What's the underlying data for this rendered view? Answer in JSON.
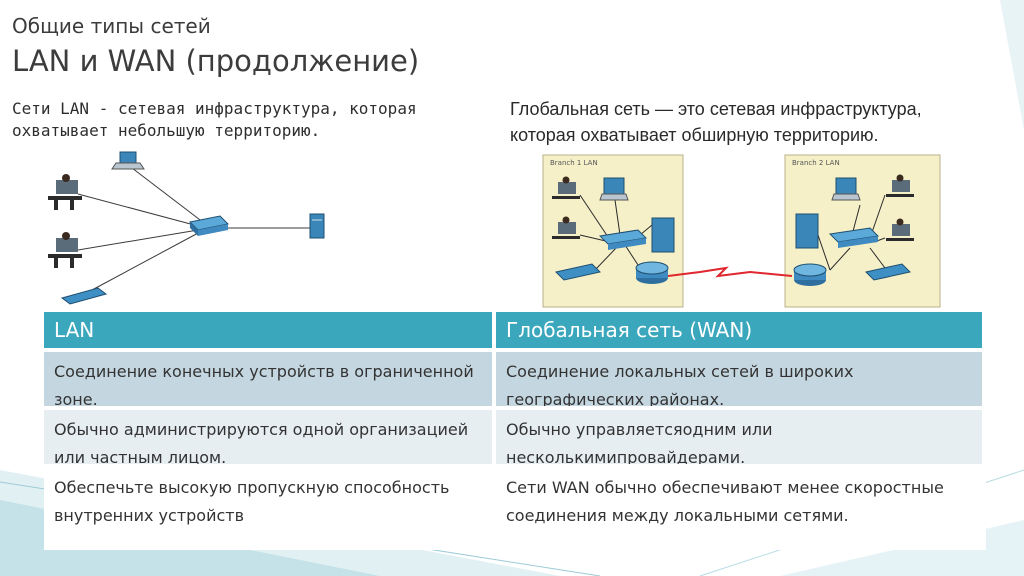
{
  "slide": {
    "subtitle": "Общие типы сетей",
    "title": "LAN и WAN (продолжение)",
    "lan_description": "Сети LAN - сетевая инфраструктура, которая охватывает небольшую территорию.",
    "wan_description_line1": "Глобальная сеть — это сетевая инфраструктура,",
    "wan_description_line2": "которая охватывает обширную территорию."
  },
  "wan_diagram": {
    "branch1_label": "Branch 1 LAN",
    "branch2_label": "Branch 2 LAN",
    "panel_color": "#f5f0c8",
    "device_color": "#2f7fb0",
    "link_color": "#e0262e"
  },
  "table": {
    "headers": [
      "LAN",
      "Глобальная сеть (WAN)"
    ],
    "rows": [
      [
        "Соединение конечных устройств в ограниченной зоне.",
        "Соединение локальных сетей в широких географических районах."
      ],
      [
        "Обычно администрируются одной организацией или частным лицом.",
        "Обычно управляетсяодним или несколькимипровайдерами."
      ],
      [
        "Обеспечьте высокую пропускную способность внутренних устройств",
        "Сети WAN обычно обеспечивают менее скоростные соединения между локальными сетями."
      ]
    ],
    "header_color": "#3ba7bd"
  }
}
